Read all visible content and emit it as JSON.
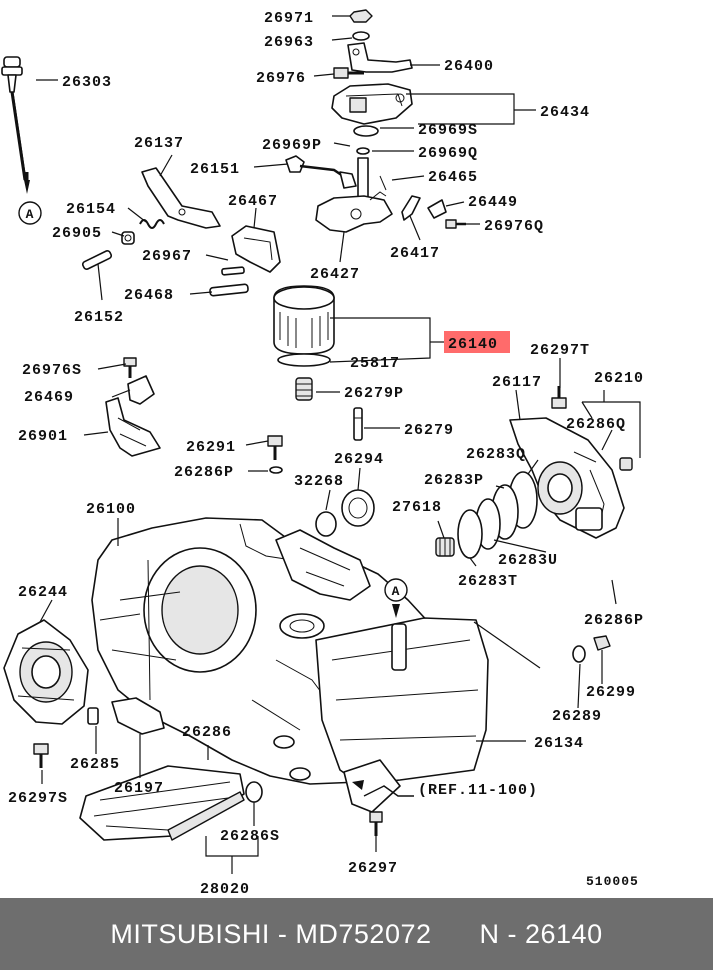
{
  "highlight": {
    "part": "26140",
    "color": "#ff6b6b"
  },
  "labels": [
    {
      "id": "26971",
      "text": "26971"
    },
    {
      "id": "26963",
      "text": "26963"
    },
    {
      "id": "26400",
      "text": "26400"
    },
    {
      "id": "26303",
      "text": "26303"
    },
    {
      "id": "26976",
      "text": "26976"
    },
    {
      "id": "26434",
      "text": "26434"
    },
    {
      "id": "26969S",
      "text": "26969S"
    },
    {
      "id": "26137",
      "text": "26137"
    },
    {
      "id": "26969P",
      "text": "26969P"
    },
    {
      "id": "26969Q",
      "text": "26969Q"
    },
    {
      "id": "26151",
      "text": "26151"
    },
    {
      "id": "26465",
      "text": "26465"
    },
    {
      "id": "26154",
      "text": "26154"
    },
    {
      "id": "26467",
      "text": "26467"
    },
    {
      "id": "26449",
      "text": "26449"
    },
    {
      "id": "26905",
      "text": "26905"
    },
    {
      "id": "26976Q",
      "text": "26976Q"
    },
    {
      "id": "26417",
      "text": "26417"
    },
    {
      "id": "26967",
      "text": "26967"
    },
    {
      "id": "26427",
      "text": "26427"
    },
    {
      "id": "26468",
      "text": "26468"
    },
    {
      "id": "26152",
      "text": "26152"
    },
    {
      "id": "26140",
      "text": "26140"
    },
    {
      "id": "25817",
      "text": "25817"
    },
    {
      "id": "26297T",
      "text": "26297T"
    },
    {
      "id": "26976S",
      "text": "26976S"
    },
    {
      "id": "26117",
      "text": "26117"
    },
    {
      "id": "26210",
      "text": "26210"
    },
    {
      "id": "26279P",
      "text": "26279P"
    },
    {
      "id": "26469",
      "text": "26469"
    },
    {
      "id": "26279",
      "text": "26279"
    },
    {
      "id": "26286Q",
      "text": "26286Q"
    },
    {
      "id": "26901",
      "text": "26901"
    },
    {
      "id": "26291",
      "text": "26291"
    },
    {
      "id": "26283Q",
      "text": "26283Q"
    },
    {
      "id": "26294",
      "text": "26294"
    },
    {
      "id": "26286P_top",
      "text": "26286P"
    },
    {
      "id": "32268",
      "text": "32268"
    },
    {
      "id": "26283P",
      "text": "26283P"
    },
    {
      "id": "26100",
      "text": "26100"
    },
    {
      "id": "27618",
      "text": "27618"
    },
    {
      "id": "26283U",
      "text": "26283U"
    },
    {
      "id": "26283T",
      "text": "26283T"
    },
    {
      "id": "26244",
      "text": "26244"
    },
    {
      "id": "26286P_right",
      "text": "26286P"
    },
    {
      "id": "26299",
      "text": "26299"
    },
    {
      "id": "26289",
      "text": "26289"
    },
    {
      "id": "26286",
      "text": "26286"
    },
    {
      "id": "26134",
      "text": "26134"
    },
    {
      "id": "26285",
      "text": "26285"
    },
    {
      "id": "26197",
      "text": "26197"
    },
    {
      "id": "REF",
      "text": "(REF.11-100)"
    },
    {
      "id": "26297S",
      "text": "26297S"
    },
    {
      "id": "26286S",
      "text": "26286S"
    },
    {
      "id": "26297",
      "text": "26297"
    },
    {
      "id": "510005",
      "text": "510005"
    },
    {
      "id": "28020",
      "text": "28020"
    }
  ],
  "markers": {
    "view_a": "A"
  },
  "footer": {
    "text": "MITSUBISHI - MD752072      N - 26140",
    "background": "#6e6e6e"
  }
}
